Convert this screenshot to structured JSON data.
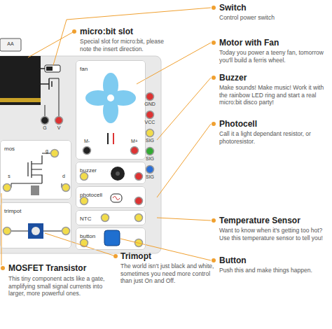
{
  "diagram": {
    "nodes": [
      {
        "text": [
          "fan"
        ]
      },
      {
        "text": [
          "mos"
        ]
      },
      {
        "text": [
          "trimpot"
        ]
      },
      {
        "text": [
          "buzzer"
        ]
      },
      {
        "text": [
          "photocell"
        ]
      },
      {
        "text": [
          "NTC"
        ]
      },
      {
        "text": [
          "button"
        ]
      }
    ],
    "labels": [
      "micro:bit slot",
      "Special slot for micro:bit, please note the insert direction.",
      "Switch",
      "Control power switch",
      "Motor with Fan",
      "Today you power a teeny fan, tomorrow you'll build a ferris wheel.",
      "Buzzer",
      "Make sounds! Make music! Work it with the rainbow LED ring and start a real micro:bit disco party!",
      "Photocell",
      "Call it a light dependant resistor, or photoresistor.",
      "Temperature Sensor",
      "Want to know when it's getting too hot? Use this temperature sensor to tell you!",
      "Button",
      "Push this and make things happen.",
      "MOSFET Transistor",
      "This tiny component acts like a gate, amplifying small signal currents into larger, more powerful ones.",
      "Trimopt",
      "The world isn't just black and white, sometimes you need more control than just On and Off.",
      "AA",
      "G",
      "V",
      "M-",
      "M+",
      "GND",
      "VCC",
      "SIG",
      "SIG",
      "SIG",
      "g",
      "s",
      "d"
    ]
  }
}
